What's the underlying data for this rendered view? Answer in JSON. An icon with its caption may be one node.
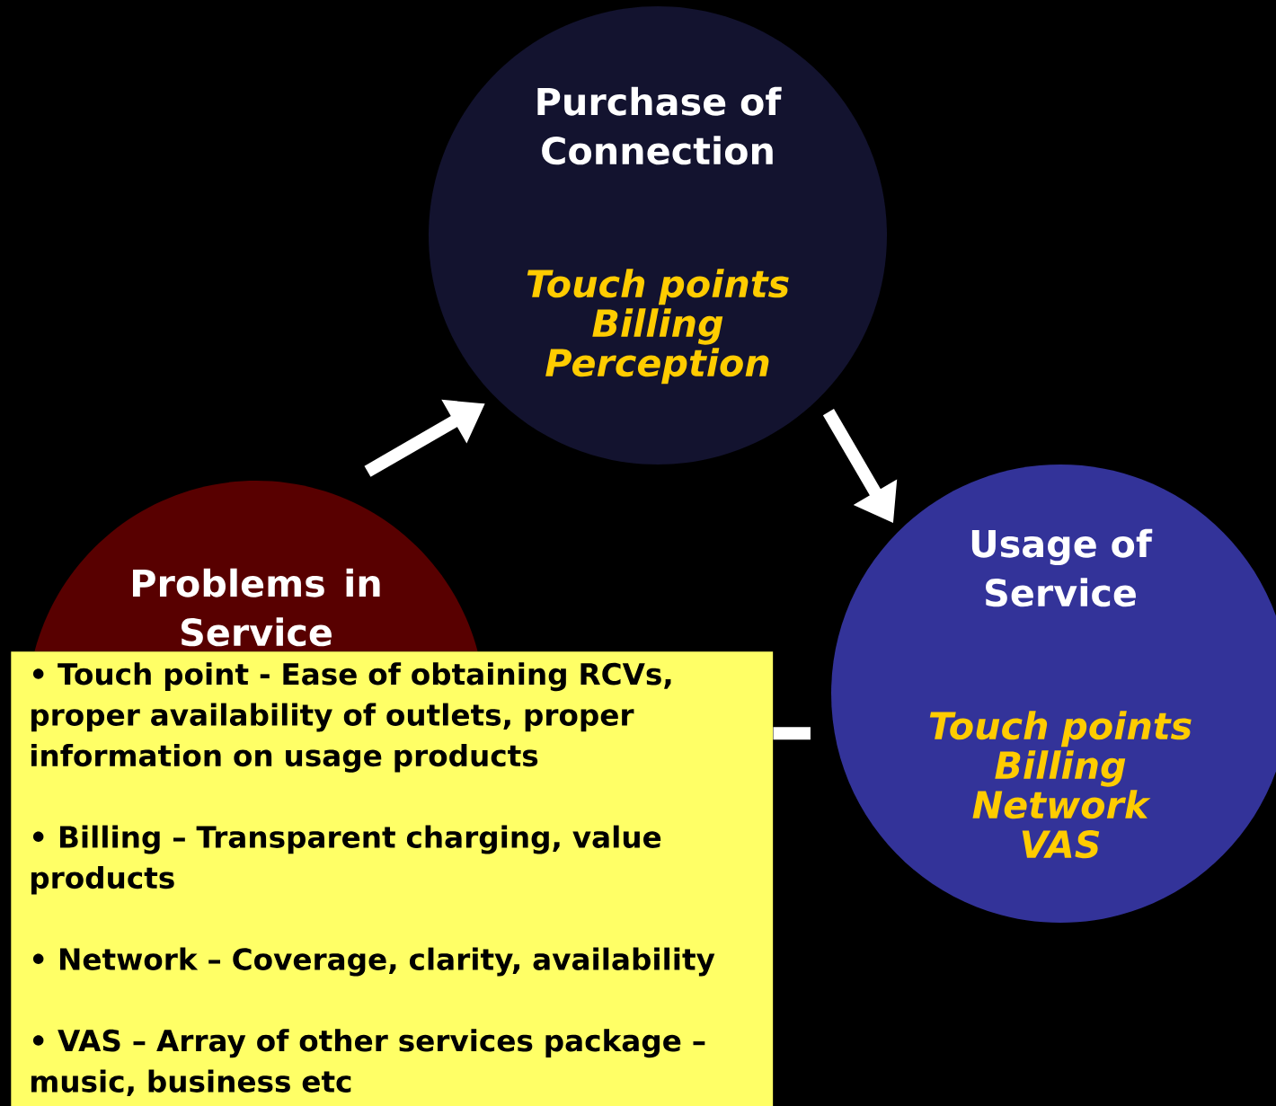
{
  "diagram": {
    "nodes": [
      {
        "text": [
          "Purchase of Connection",
          "Touch points",
          "Billing",
          "Perception"
        ]
      },
      {
        "text": [
          "Usage of Service",
          "Touch points",
          "Billing",
          "Network",
          "VAS"
        ]
      },
      {
        "text": [
          "Problems in Service"
        ]
      },
      {
        "text": [
          "• Touch point - Ease of obtaining RCVs, proper availability of outlets, proper information on usage products",
          "• Billing – Transparent charging, value products",
          "• Network – Coverage, clarity, availability",
          "• VAS – Array of other services package – music, business etc"
        ]
      }
    ],
    "edges": [
      {
        "from": 2,
        "to": 0,
        "arrow": "to"
      },
      {
        "from": 0,
        "to": 1,
        "arrow": "to"
      },
      {
        "from": 1,
        "to": 3,
        "arrow": "none"
      }
    ]
  }
}
